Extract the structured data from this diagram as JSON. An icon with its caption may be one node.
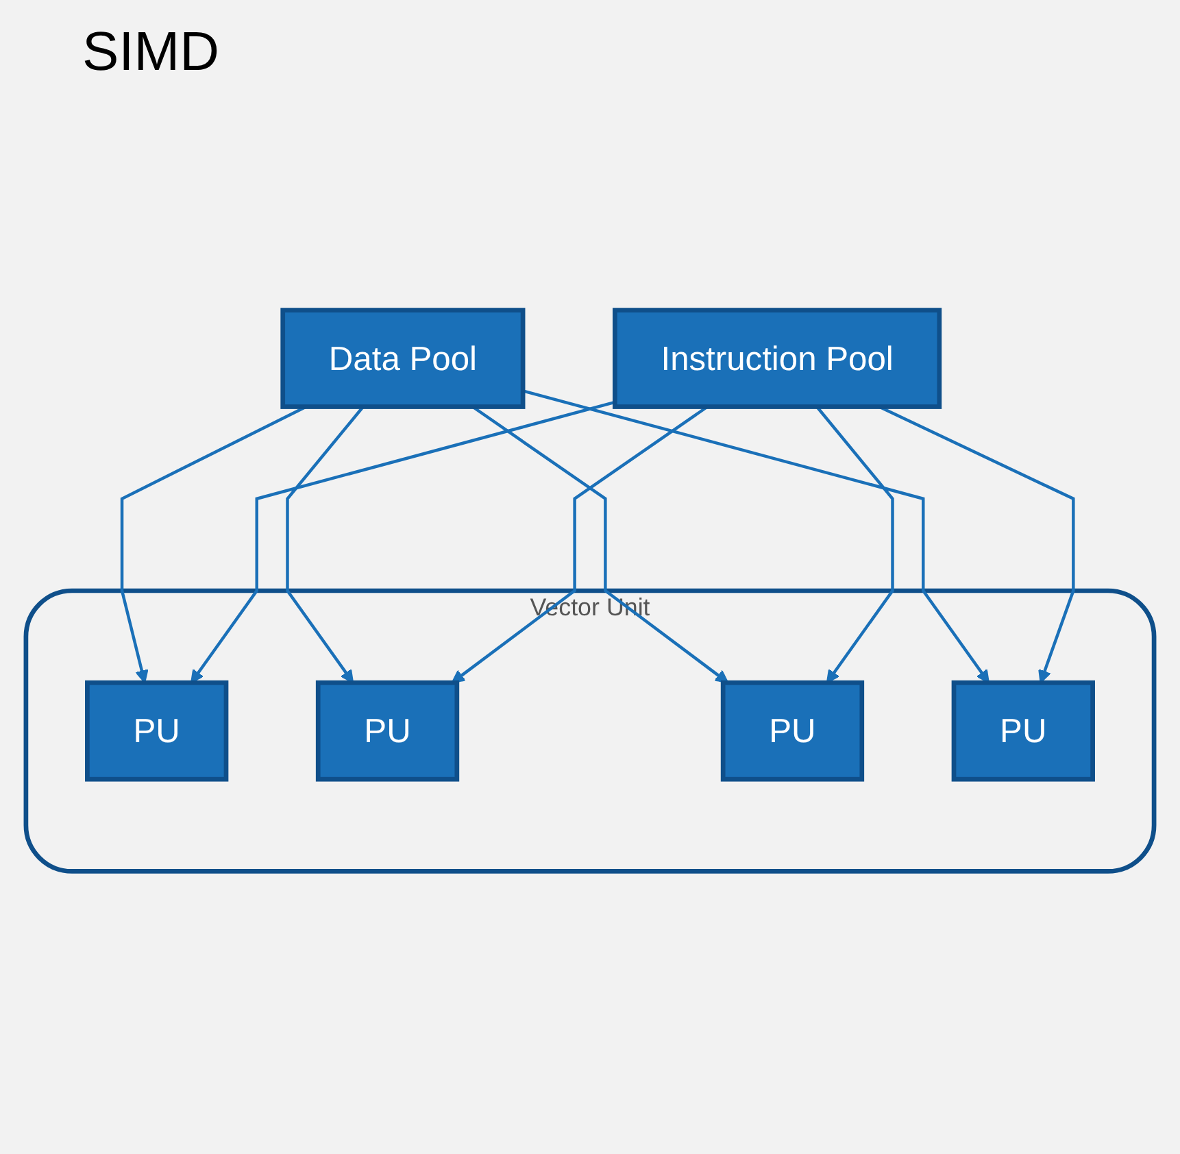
{
  "diagram": {
    "title": "SIMD",
    "nodes": [
      {
        "text": [
          "Instruction Pool"
        ]
      },
      {
        "text": [
          "Data Pool"
        ]
      },
      {
        "text": [
          "Vector Unit"
        ]
      },
      {
        "text": [
          "PU"
        ],
        "in": 2
      },
      {
        "text": [
          "PU"
        ],
        "in": 2
      },
      {
        "text": [
          "PU"
        ],
        "in": 2
      },
      {
        "text": [
          "PU"
        ],
        "in": 2
      }
    ],
    "edges": [
      {
        "from": 1,
        "to": 3,
        "arrow": "to"
      },
      {
        "from": 1,
        "to": 4,
        "arrow": "to"
      },
      {
        "from": 1,
        "to": 5,
        "arrow": "to"
      },
      {
        "from": 1,
        "to": 6,
        "arrow": "to"
      },
      {
        "from": 0,
        "to": 3,
        "arrow": "to"
      },
      {
        "from": 0,
        "to": 4,
        "arrow": "to"
      },
      {
        "from": 0,
        "to": 5,
        "arrow": "to"
      },
      {
        "from": 0,
        "to": 6,
        "arrow": "to"
      }
    ]
  }
}
